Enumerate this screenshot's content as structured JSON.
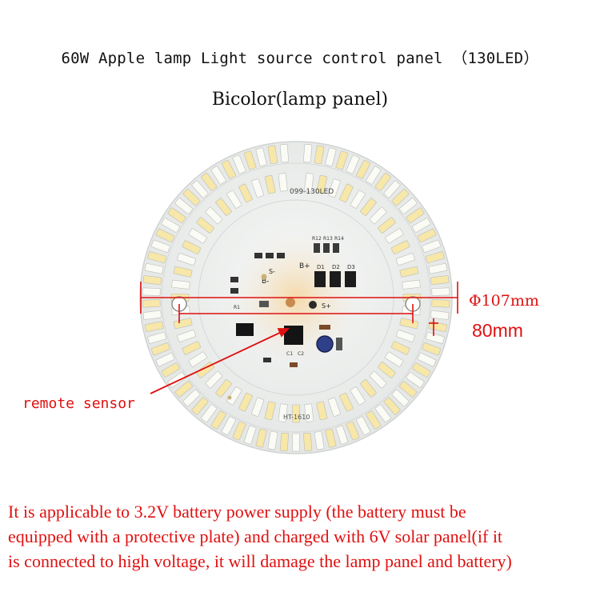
{
  "header": {
    "title": "60W Apple lamp Light source control panel （130LED）",
    "subtitle": "Bicolor(lamp panel)"
  },
  "board": {
    "top_label": "099-130LED",
    "bottom_label": "HT-1610",
    "pins": [
      "B+",
      "B-",
      "S-",
      "S+"
    ],
    "parts": [
      "D1",
      "D2",
      "D3",
      "R12",
      "R13",
      "R14",
      "R1",
      "C1",
      "C2"
    ]
  },
  "dimensions": {
    "outer": "Φ107mm",
    "inner": "80mm"
  },
  "callouts": {
    "sensor": "remote sensor"
  },
  "note": {
    "line1": "It is applicable to 3.2V battery power supply (the battery must be",
    "line2": "equipped with a protective plate) and charged with 6V  solar panel(if it",
    "line3": "is connected to high voltage, it will damage the lamp panel and battery)"
  },
  "colors": {
    "warm_led": "#f7e7a8",
    "cool_led": "#fbfbf6",
    "board": "#eef0ee",
    "annotation": "#e01010"
  }
}
